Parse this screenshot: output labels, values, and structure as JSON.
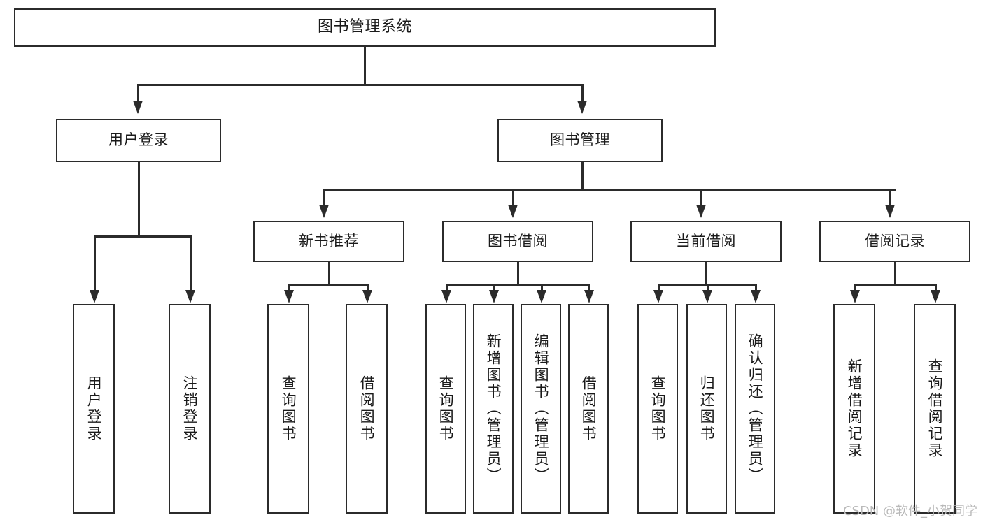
{
  "diagram": {
    "title": "图书管理系统",
    "type": "功能结构图",
    "root": {
      "label": "图书管理系统"
    },
    "level1": [
      {
        "id": "user-login",
        "label": "用户登录"
      },
      {
        "id": "book-manage",
        "label": "图书管理"
      }
    ],
    "level2": [
      {
        "id": "new-book-recommend",
        "label": "新书推荐",
        "parent": "book-manage"
      },
      {
        "id": "book-borrow",
        "label": "图书借阅",
        "parent": "book-manage"
      },
      {
        "id": "current-borrow",
        "label": "当前借阅",
        "parent": "book-manage"
      },
      {
        "id": "borrow-record",
        "label": "借阅记录",
        "parent": "book-manage"
      }
    ],
    "leaves": [
      {
        "id": "leaf-user-login",
        "label": "用户登录",
        "parent": "user-login"
      },
      {
        "id": "leaf-user-logout",
        "label": "注销登录",
        "parent": "user-login"
      },
      {
        "id": "leaf-query-book-1",
        "label": "查询图书",
        "parent": "new-book-recommend"
      },
      {
        "id": "leaf-borrow-book-1",
        "label": "借阅图书",
        "parent": "new-book-recommend"
      },
      {
        "id": "leaf-query-book-2",
        "label": "查询图书",
        "parent": "book-borrow"
      },
      {
        "id": "leaf-add-book",
        "label": "新增图书（管理员）",
        "parent": "book-borrow"
      },
      {
        "id": "leaf-edit-book",
        "label": "编辑图书（管理员）",
        "parent": "book-borrow"
      },
      {
        "id": "leaf-borrow-book-2",
        "label": "借阅图书",
        "parent": "book-borrow"
      },
      {
        "id": "leaf-query-book-3",
        "label": "查询图书",
        "parent": "current-borrow"
      },
      {
        "id": "leaf-return-book",
        "label": "归还图书",
        "parent": "current-borrow"
      },
      {
        "id": "leaf-confirm-return",
        "label": "确认归还（管理员）",
        "parent": "current-borrow"
      },
      {
        "id": "leaf-add-record",
        "label": "新增借阅记录",
        "parent": "borrow-record"
      },
      {
        "id": "leaf-query-record",
        "label": "查询借阅记录",
        "parent": "borrow-record"
      }
    ]
  },
  "watermark": {
    "text": "CSDN @软件_小贺同学"
  },
  "colors": {
    "stroke": "#2b2b2b",
    "fill": "#ffffff",
    "text": "#1a1a1a",
    "watermark": "#b9b9b9"
  }
}
